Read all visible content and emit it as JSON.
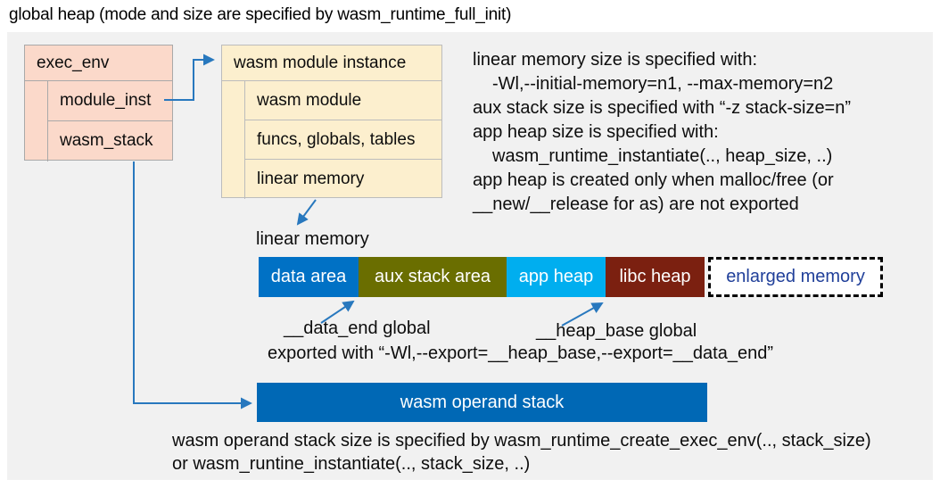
{
  "title": "global heap (mode and size are specified by wasm_runtime_full_init)",
  "exec_env_box": {
    "title": "exec_env",
    "rows": [
      "module_inst",
      "wasm_stack"
    ]
  },
  "module_instance_box": {
    "title": "wasm module instance",
    "rows": [
      "wasm module",
      "funcs, globals, tables",
      "linear memory"
    ]
  },
  "right_notes": {
    "lines": [
      "linear memory size is specified with:",
      "-Wl,--initial-memory=n1, --max-memory=n2",
      "aux stack size is specified with “-z stack-size=n”",
      "app heap size is specified with:",
      "wasm_runtime_instantiate(.., heap_size, ..)",
      "app heap is created only when malloc/free (or",
      "__new/__release for as) are not exported"
    ]
  },
  "linear_memory": {
    "label": "linear memory",
    "segments": [
      {
        "label": "data area",
        "color": "#0071c5",
        "text_color": "#ffffff"
      },
      {
        "label": "aux stack area",
        "color": "#6a6e00",
        "text_color": "#ffffff"
      },
      {
        "label": "app heap",
        "color": "#00aeef",
        "text_color": "#ffffff"
      },
      {
        "label": "libc heap",
        "color": "#7b2010",
        "text_color": "#ffffff"
      },
      {
        "label": "enlarged memory",
        "color": "#ffffff",
        "text_color": "#21409a"
      }
    ]
  },
  "memory_annotations": {
    "data_end_label": "__data_end global",
    "heap_base_label": "__heap_base global",
    "export_note": "exported with “-Wl,--export=__heap_base,--export=__data_end”"
  },
  "operand_stack": {
    "label": "wasm operand stack",
    "color": "#0068b5",
    "text_color": "#ffffff"
  },
  "bottom_notes": {
    "lines": [
      "wasm operand stack size is specified by wasm_runtime_create_exec_env(.., stack_size)",
      "or wasm_runtine_instantiate(.., stack_size, ..)"
    ]
  },
  "colors": {
    "panel_background": "#f1f1f1",
    "exec_env_fill": "#fbd9ca",
    "module_instance_fill": "#fcefce",
    "connector_blue": "#2878be",
    "box_border_gray": "#a9a9a9"
  }
}
